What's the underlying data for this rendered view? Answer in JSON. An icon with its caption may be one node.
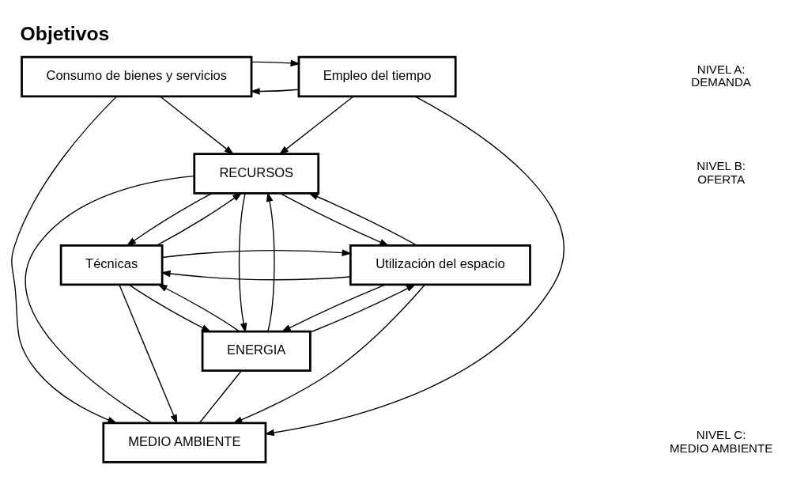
{
  "diagram": {
    "title": "Objetivos",
    "nodes": [
      {
        "text": [
          "Consumo de bienes y servicios"
        ]
      },
      {
        "text": [
          "Empleo del tiempo"
        ]
      },
      {
        "text": [
          "RECURSOS"
        ]
      },
      {
        "text": [
          "Técnicas"
        ]
      },
      {
        "text": [
          "Utilización del espacio"
        ]
      },
      {
        "text": [
          "ENERGIA"
        ]
      },
      {
        "text": [
          "MEDIO AMBIENTE"
        ]
      }
    ],
    "edges": [
      {
        "from": 1,
        "to": 0,
        "arrow": "to"
      },
      {
        "from": 0,
        "to": 1,
        "arrow": "to"
      },
      {
        "from": 0,
        "to": 2,
        "arrow": "to"
      },
      {
        "from": 1,
        "to": 2,
        "arrow": "to"
      },
      {
        "from": 0,
        "to": 6,
        "arrow": "to"
      },
      {
        "from": 1,
        "to": 6,
        "arrow": "to"
      },
      {
        "from": 3,
        "to": 2,
        "arrow": "to"
      },
      {
        "from": 2,
        "to": 3,
        "arrow": "to"
      },
      {
        "from": 2,
        "to": 4,
        "arrow": "to"
      },
      {
        "from": 4,
        "to": 2,
        "arrow": "to"
      },
      {
        "from": 5,
        "to": 2,
        "arrow": "to"
      },
      {
        "from": 2,
        "to": 5,
        "arrow": "to"
      },
      {
        "from": 3,
        "to": 5,
        "arrow": "to"
      },
      {
        "from": 5,
        "to": 3,
        "arrow": "to"
      },
      {
        "from": 4,
        "to": 5,
        "arrow": "to"
      },
      {
        "from": 5,
        "to": 4,
        "arrow": "to"
      },
      {
        "from": 4,
        "to": 3,
        "arrow": "to"
      },
      {
        "from": 3,
        "to": 4,
        "arrow": "to"
      },
      {
        "from": 3,
        "to": 6,
        "arrow": "to"
      },
      {
        "from": 2,
        "to": 6,
        "arrow": "none"
      },
      {
        "from": 5,
        "to": 6,
        "arrow": "none"
      },
      {
        "from": 4,
        "to": 6,
        "arrow": "to"
      }
    ],
    "labels": [
      "NIVEL A: DEMANDA",
      "NIVEL B: OFERTA",
      "NIVEL C: MEDIO AMBIENTE"
    ]
  }
}
